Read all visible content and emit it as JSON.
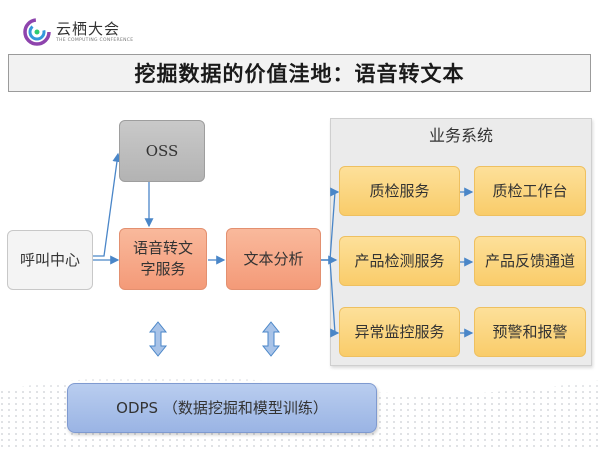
{
  "brand": {
    "name": "云栖大会",
    "tagline": "THE COMPUTING CONFERENCE"
  },
  "title": "挖掘数据的价值洼地：语音转文本",
  "nodes": {
    "call_center": "呼叫中心",
    "oss": "OSS",
    "speech_to_text": [
      "语音转文",
      "字服务"
    ],
    "text_analysis": "文本分析",
    "odps": "ODPS （数据挖掘和模型训练）"
  },
  "business_system": {
    "title": "业务系统",
    "rows": [
      {
        "left": "质检服务",
        "right": "质检工作台"
      },
      {
        "left": "产品检测服务",
        "right": "产品反馈通道"
      },
      {
        "left": "异常监控服务",
        "right": "预警和报警"
      }
    ]
  },
  "colors": {
    "arrow": "#4a86c8",
    "service": "#f6a684",
    "business": "#fbd47f",
    "storage": "#bdbdbd",
    "odps": "#a9c1ea"
  }
}
